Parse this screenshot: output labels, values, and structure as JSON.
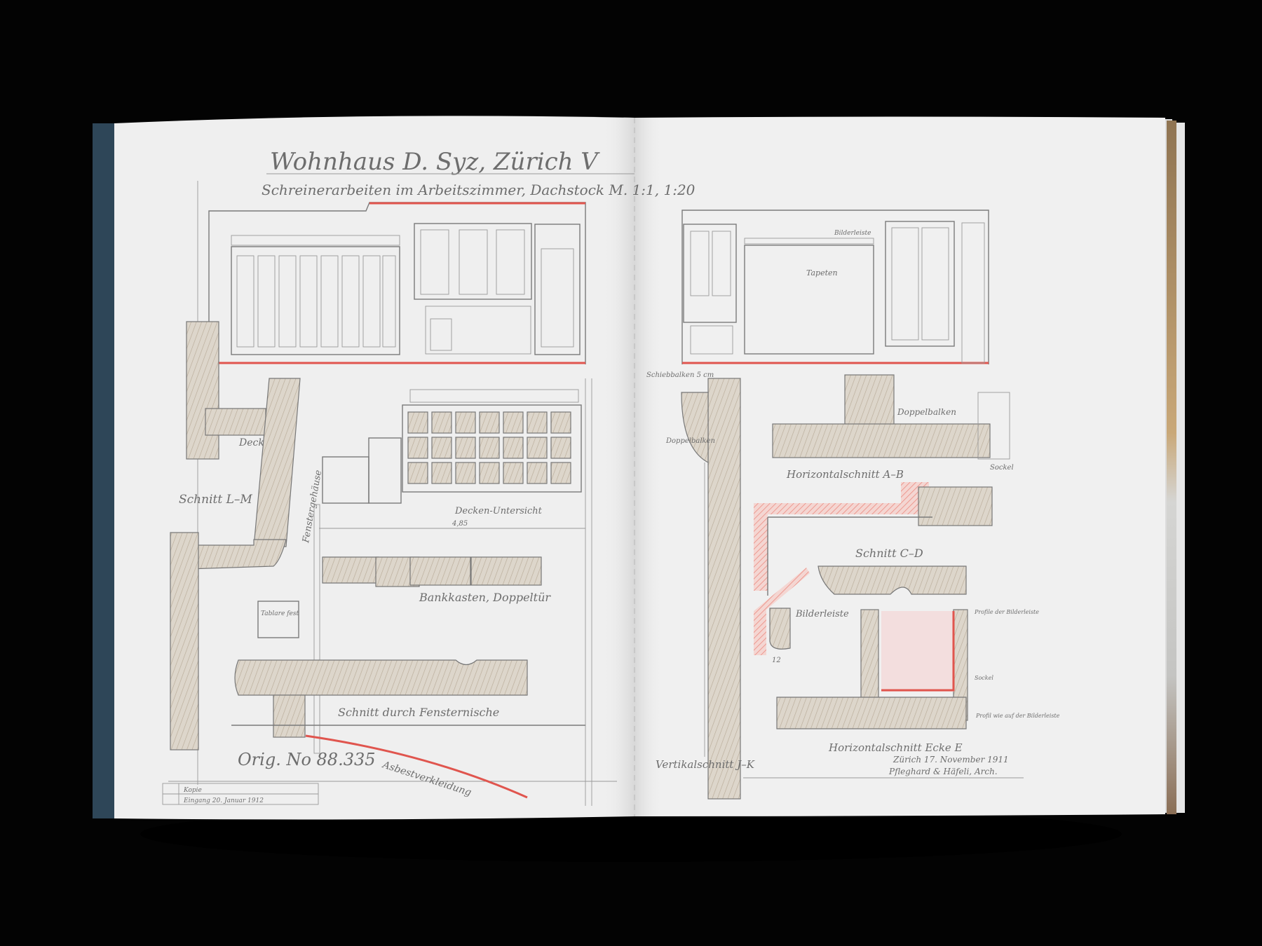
{
  "colors": {
    "background": "#030303",
    "paper": "#efefef",
    "binding": "#2e4658",
    "pencil": "#6d6d6d",
    "red_pencil": "#e0554e",
    "wood_hatch": "#cbbfae"
  },
  "left_page": {
    "title": "Wohnhaus D. Syz, Zürich V",
    "subtitle": "Schreinerarbeiten im Arbeitszimmer, Dachstock M. 1:1, 1:20",
    "labels": {
      "decke": "Decke",
      "schnitt_lm": "Schnitt L–M",
      "fenster": "Fenstergehäuse",
      "untersicht": "Decken-Untersicht",
      "dimension": "4,85",
      "tablare": "Tablare fest",
      "doppeltuer": "Bankkasten, Doppeltür",
      "fensternische": "Schnitt durch Fensternische",
      "orig_no": "Orig. No 88.335",
      "asbest": "Asbestverkleidung"
    },
    "stamp_rows": [
      "Kopie",
      "Eingang 20. Januar 1912"
    ]
  },
  "right_page": {
    "labels": {
      "tapeten": "Tapeten",
      "bilderleiste_top": "Bilderleiste",
      "schiebbalken": "Schiebbalken 5 cm",
      "doppelbalken": "Doppelbalken",
      "doppelbalken_2": "Doppelbalken",
      "sockel": "Sockel",
      "horizontal_ab": "Horizontalschnitt A–B",
      "schnitt_cd": "Schnitt C–D",
      "bilderleiste": "Bilderleiste",
      "dim_12": "12",
      "profile_note": "Profile der Bilderleiste",
      "sockel_note": "Sockel",
      "profil_note": "Profil wie auf der Bilderleiste",
      "horizontal_e": "Horizontalschnitt Ecke E",
      "vertikal_jk": "Vertikalschnitt J–K",
      "date": "Zürich 17. November 1911",
      "architects": "Pfleghard & Häfeli, Arch."
    }
  }
}
